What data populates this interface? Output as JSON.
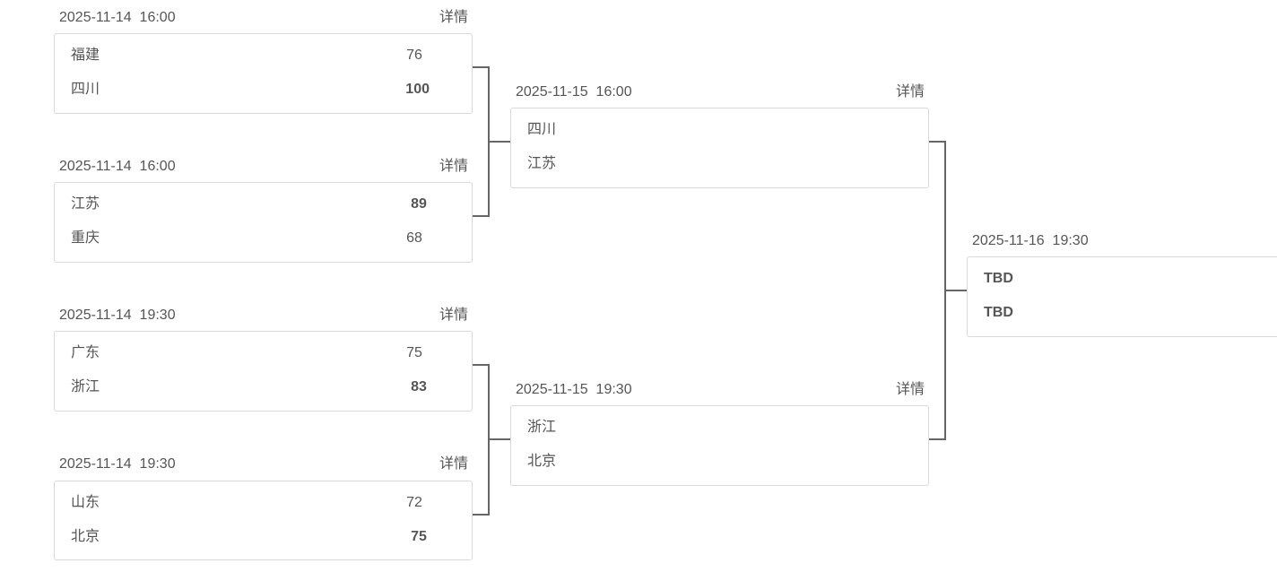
{
  "details_label": "详情",
  "rounds": [
    {
      "matches": [
        {
          "time": "2025-11-14  16:00",
          "teams": [
            {
              "name": "福建",
              "score": "76",
              "winner": false
            },
            {
              "name": "四川",
              "score": "100",
              "winner": true
            }
          ]
        },
        {
          "time": "2025-11-14  16:00",
          "teams": [
            {
              "name": "江苏",
              "score": "89",
              "winner": true
            },
            {
              "name": "重庆",
              "score": "68",
              "winner": false
            }
          ]
        },
        {
          "time": "2025-11-14  19:30",
          "teams": [
            {
              "name": "广东",
              "score": "75",
              "winner": false
            },
            {
              "name": "浙江",
              "score": "83",
              "winner": true
            }
          ]
        },
        {
          "time": "2025-11-14  19:30",
          "teams": [
            {
              "name": "山东",
              "score": "72",
              "winner": false
            },
            {
              "name": "北京",
              "score": "75",
              "winner": true
            }
          ]
        }
      ]
    },
    {
      "matches": [
        {
          "time": "2025-11-15  16:00",
          "teams": [
            {
              "name": "四川",
              "score": "",
              "winner": false
            },
            {
              "name": "江苏",
              "score": "",
              "winner": false
            }
          ]
        },
        {
          "time": "2025-11-15  19:30",
          "teams": [
            {
              "name": "浙江",
              "score": "",
              "winner": false
            },
            {
              "name": "北京",
              "score": "",
              "winner": false
            }
          ]
        }
      ]
    },
    {
      "matches": [
        {
          "time": "2025-11-16  19:30",
          "teams": [
            {
              "name": "TBD",
              "score": "",
              "winner": false
            },
            {
              "name": "TBD",
              "score": "",
              "winner": false
            }
          ]
        }
      ]
    }
  ]
}
